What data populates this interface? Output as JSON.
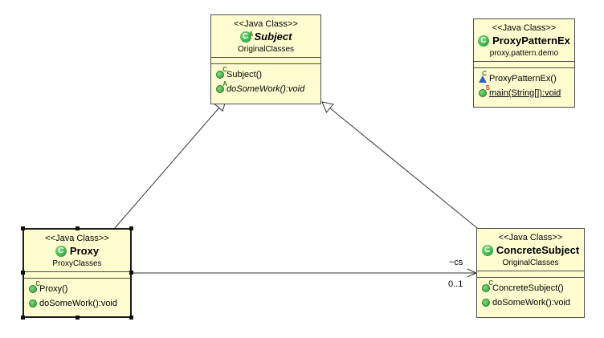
{
  "classes": {
    "subject": {
      "stereotype": "<<Java Class>>",
      "name": "Subject",
      "package": "OriginalClasses",
      "operations": [
        {
          "label": "Subject()",
          "modifier": "C"
        },
        {
          "label": "doSomeWork():void",
          "modifier": "A"
        }
      ]
    },
    "proxy_pattern_ex": {
      "stereotype": "<<Java Class>>",
      "name": "ProxyPatternEx",
      "package": "proxy.pattern.demo",
      "operations": [
        {
          "label": "ProxyPatternEx()",
          "modifier": "C"
        },
        {
          "label": "main(String[]):void",
          "modifier": "S"
        }
      ]
    },
    "proxy": {
      "stereotype": "<<Java Class>>",
      "name": "Proxy",
      "package": "ProxyClasses",
      "operations": [
        {
          "label": "Proxy()",
          "modifier": "C"
        },
        {
          "label": "doSomeWork():void",
          "modifier": ""
        }
      ]
    },
    "concrete_subject": {
      "stereotype": "<<Java Class>>",
      "name": "ConcreteSubject",
      "package": "OriginalClasses",
      "operations": [
        {
          "label": "ConcreteSubject()",
          "modifier": "C"
        },
        {
          "label": "doSomeWork():void",
          "modifier": ""
        }
      ]
    }
  },
  "association": {
    "role": "~cs",
    "multiplicity": "0..1"
  },
  "icons": {
    "class_icon": "class-c-icon",
    "method_public": "public-method-icon",
    "method_protected": "protected-method-icon"
  },
  "colors": {
    "class_fill": "#fffdd0",
    "class_border": "#4d4d4d",
    "class_icon": "#2e9e3e",
    "protected_icon": "#2f5bd3",
    "static_marker": "#c0392b"
  }
}
